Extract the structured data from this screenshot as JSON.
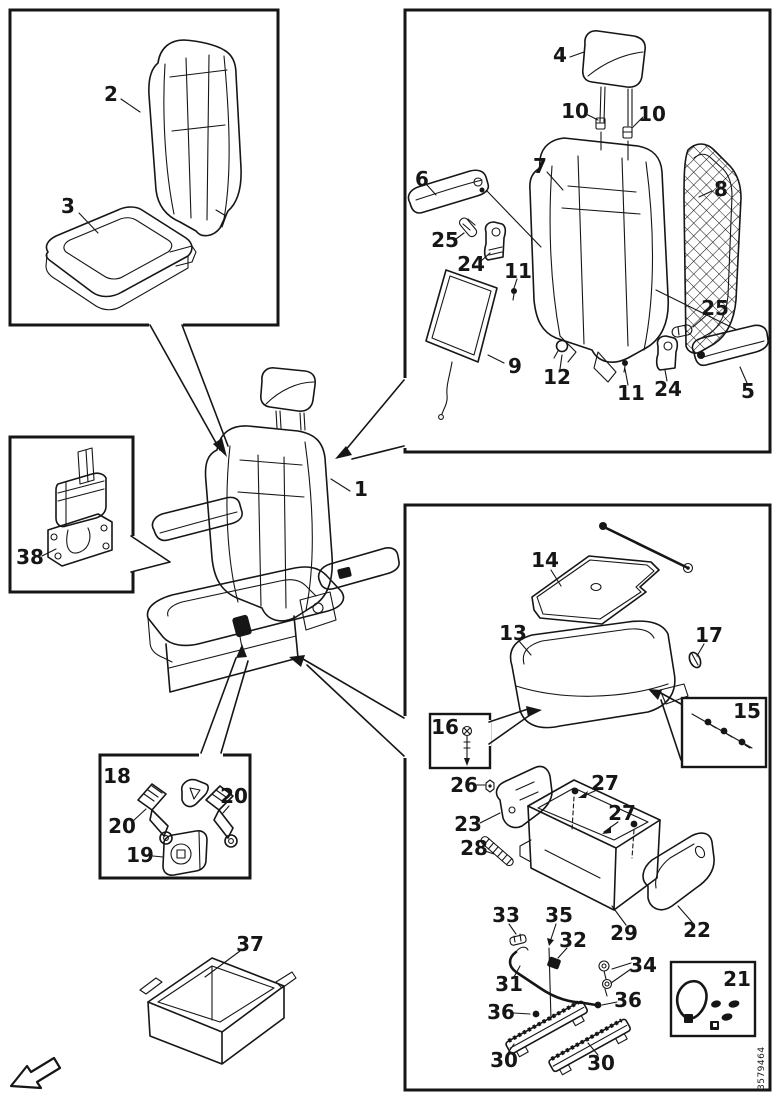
{
  "figure": {
    "doc_number": "3579464",
    "callouts": {
      "1": "1",
      "2": "2",
      "3": "3",
      "4": "4",
      "5": "5",
      "6": "6",
      "7": "7",
      "8": "8",
      "9": "9",
      "10": "10",
      "11": "11",
      "12": "12",
      "13": "13",
      "14": "14",
      "15": "15",
      "16": "16",
      "17": "17",
      "18": "18",
      "19": "19",
      "20": "20",
      "21": "21",
      "22": "22",
      "23": "23",
      "24": "24",
      "25": "25",
      "26": "26",
      "27": "27",
      "28": "28",
      "29": "29",
      "30": "30",
      "31": "31",
      "32": "32",
      "33": "33",
      "34": "34",
      "35": "35",
      "36": "36",
      "37": "37",
      "38": "38"
    }
  },
  "colors": {
    "paper": "#ffffff",
    "ink": "#161616"
  }
}
